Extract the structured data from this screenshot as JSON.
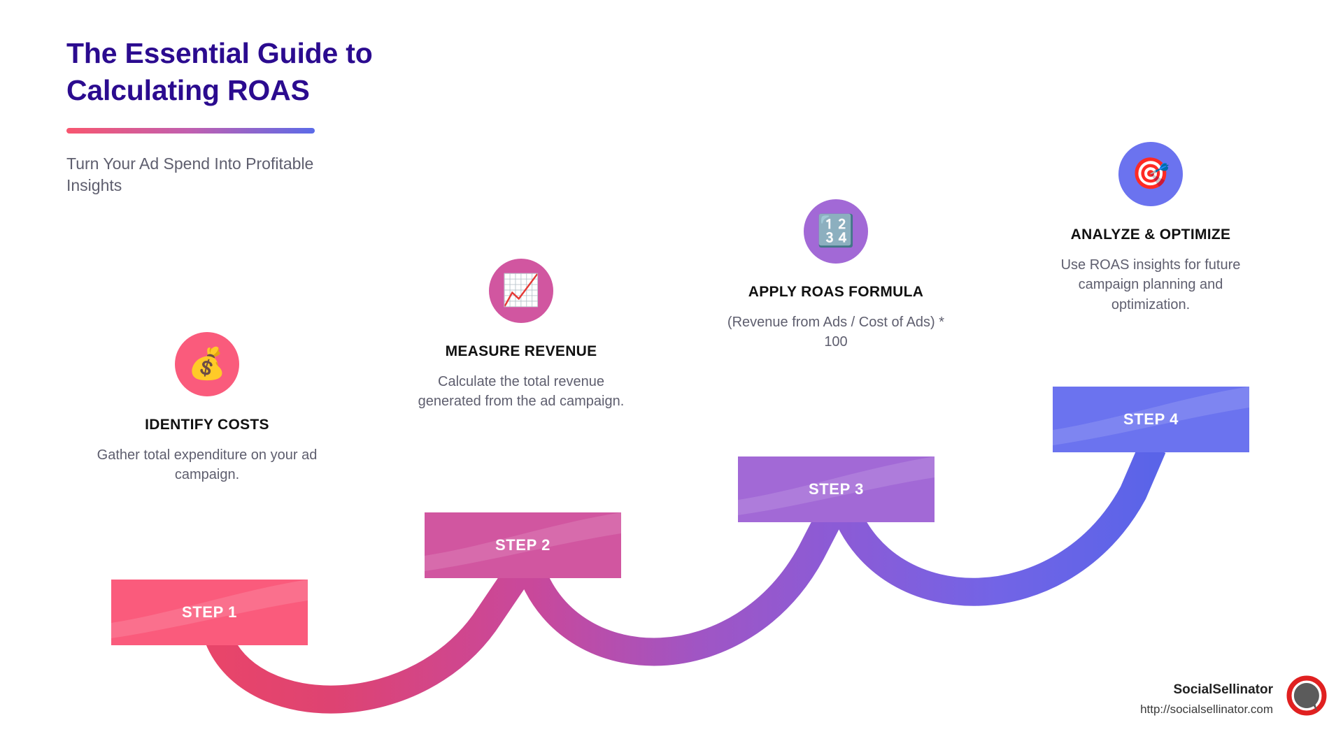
{
  "header": {
    "title_line1": "The Essential Guide to",
    "title_line2": "Calculating ROAS",
    "subtitle": "Turn Your Ad Spend Into Profitable Insights",
    "title_color": "#2B0B8F",
    "rule_gradient_from": "#F8566F",
    "rule_gradient_to": "#5B6BE8"
  },
  "steps": [
    {
      "icon": "💰",
      "icon_name": "money-bag-icon",
      "heading": "IDENTIFY COSTS",
      "description": "Gather total expenditure on your ad campaign.",
      "banner_label": "STEP 1",
      "color": "#FA5B7C",
      "color_dark": "#E8456A"
    },
    {
      "icon": "📈",
      "icon_name": "chart-increasing-icon",
      "heading": "MEASURE REVENUE",
      "description": "Calculate the total revenue generated from the ad campaign.",
      "banner_label": "STEP 2",
      "color": "#D156A0",
      "color_dark": "#C94791"
    },
    {
      "icon": "🔢",
      "icon_name": "input-numbers-icon",
      "heading": "APPLY ROAS FORMULA",
      "description": "(Revenue from Ads / Cost of Ads) * 100",
      "banner_label": "STEP 3",
      "color": "#A269D6",
      "color_dark": "#9158CC"
    },
    {
      "icon": "🎯",
      "icon_name": "direct-hit-target-icon",
      "heading": "ANALYZE & OPTIMIZE",
      "description": "Use ROAS insights for future campaign planning and optimization.",
      "banner_label": "STEP 4",
      "color": "#6B73EF",
      "color_dark": "#5A64E8"
    }
  ],
  "footer": {
    "brand_name": "SocialSellinator",
    "brand_url": "http://socialsellinator.com",
    "logo_ring_color": "#E02020",
    "logo_bubble_color": "#5B5B5B"
  }
}
